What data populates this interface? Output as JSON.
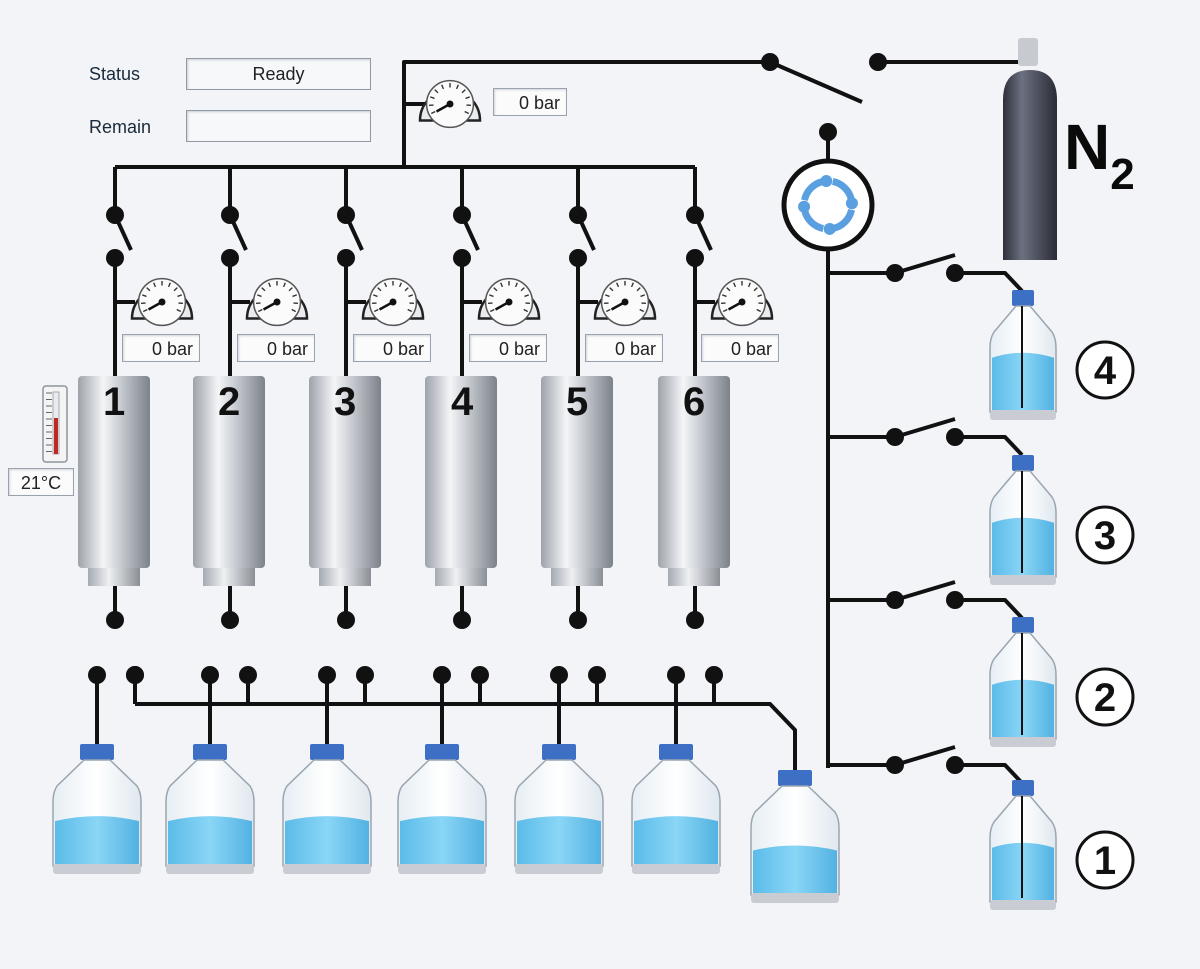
{
  "status": {
    "label": "Status",
    "value": "Ready"
  },
  "remain": {
    "label": "Remain",
    "value": ""
  },
  "main_gauge": {
    "readout": "0 bar"
  },
  "columns": [
    {
      "number": "1",
      "pressure": "0 bar"
    },
    {
      "number": "2",
      "pressure": "0 bar"
    },
    {
      "number": "3",
      "pressure": "0 bar"
    },
    {
      "number": "4",
      "pressure": "0 bar"
    },
    {
      "number": "5",
      "pressure": "0 bar"
    },
    {
      "number": "6",
      "pressure": "0 bar"
    }
  ],
  "temperature": {
    "value": "21°C"
  },
  "gas": {
    "symbol": "N",
    "subscript": "2"
  },
  "collection_vials": [
    {
      "number": "4"
    },
    {
      "number": "3"
    },
    {
      "number": "2"
    },
    {
      "number": "1"
    }
  ],
  "colors": {
    "line": "#111111",
    "liquid": "#6fc6ee",
    "cap": "#3d6fc4",
    "cylinder": "#4a4d5c"
  }
}
